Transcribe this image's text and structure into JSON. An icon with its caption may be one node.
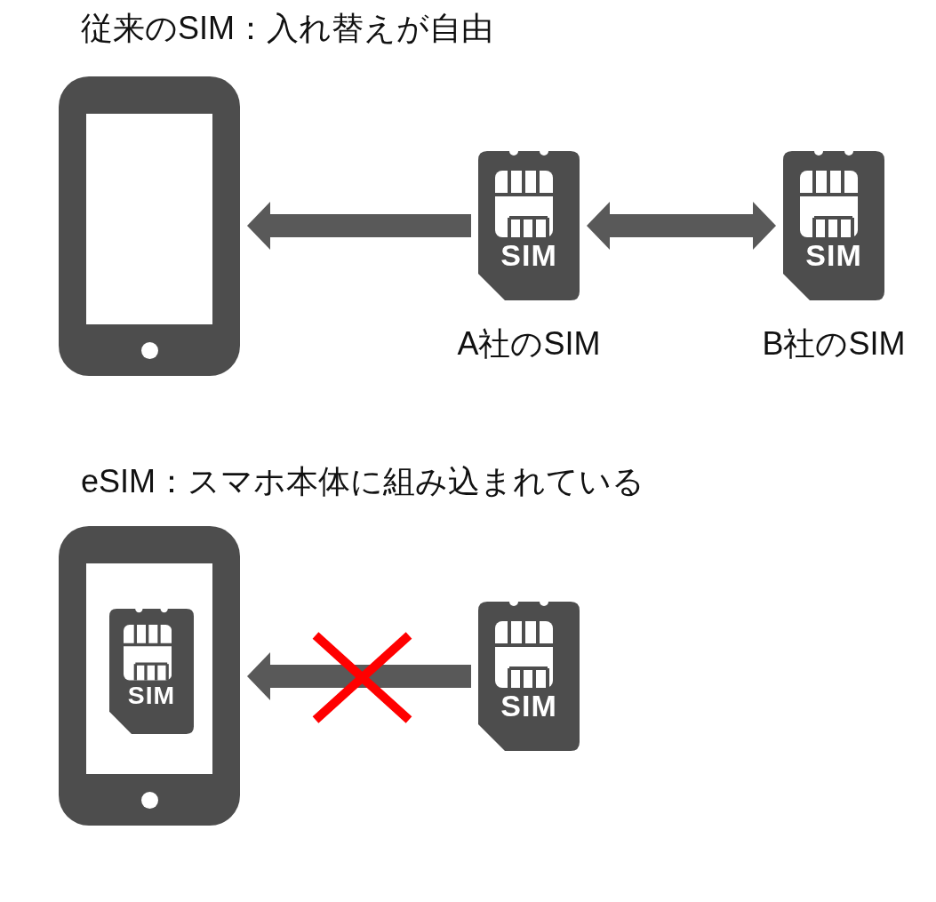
{
  "diagram": {
    "nodes": [
      {
        "text": [],
        "shape": "phone"
      },
      {
        "text": [
          "SIM"
        ],
        "beside": [
          "A社のSIM"
        ]
      },
      {
        "text": [
          "SIM"
        ],
        "beside": [
          "B社のSIM"
        ]
      },
      {
        "text": [],
        "shape": "phone"
      },
      {
        "text": [
          "SIM"
        ],
        "in": 3
      },
      {
        "text": [
          "SIM"
        ]
      }
    ],
    "edges": [
      {
        "from": 1,
        "to": 0,
        "arrow": "to"
      },
      {
        "from": 1,
        "to": 2,
        "arrow": "both"
      },
      {
        "from": 5,
        "to": 3,
        "arrow": "to"
      }
    ],
    "labels": [
      "従来のSIM：入れ替えが自由",
      "eSIM：スマホ本体に組み込まれている"
    ]
  }
}
